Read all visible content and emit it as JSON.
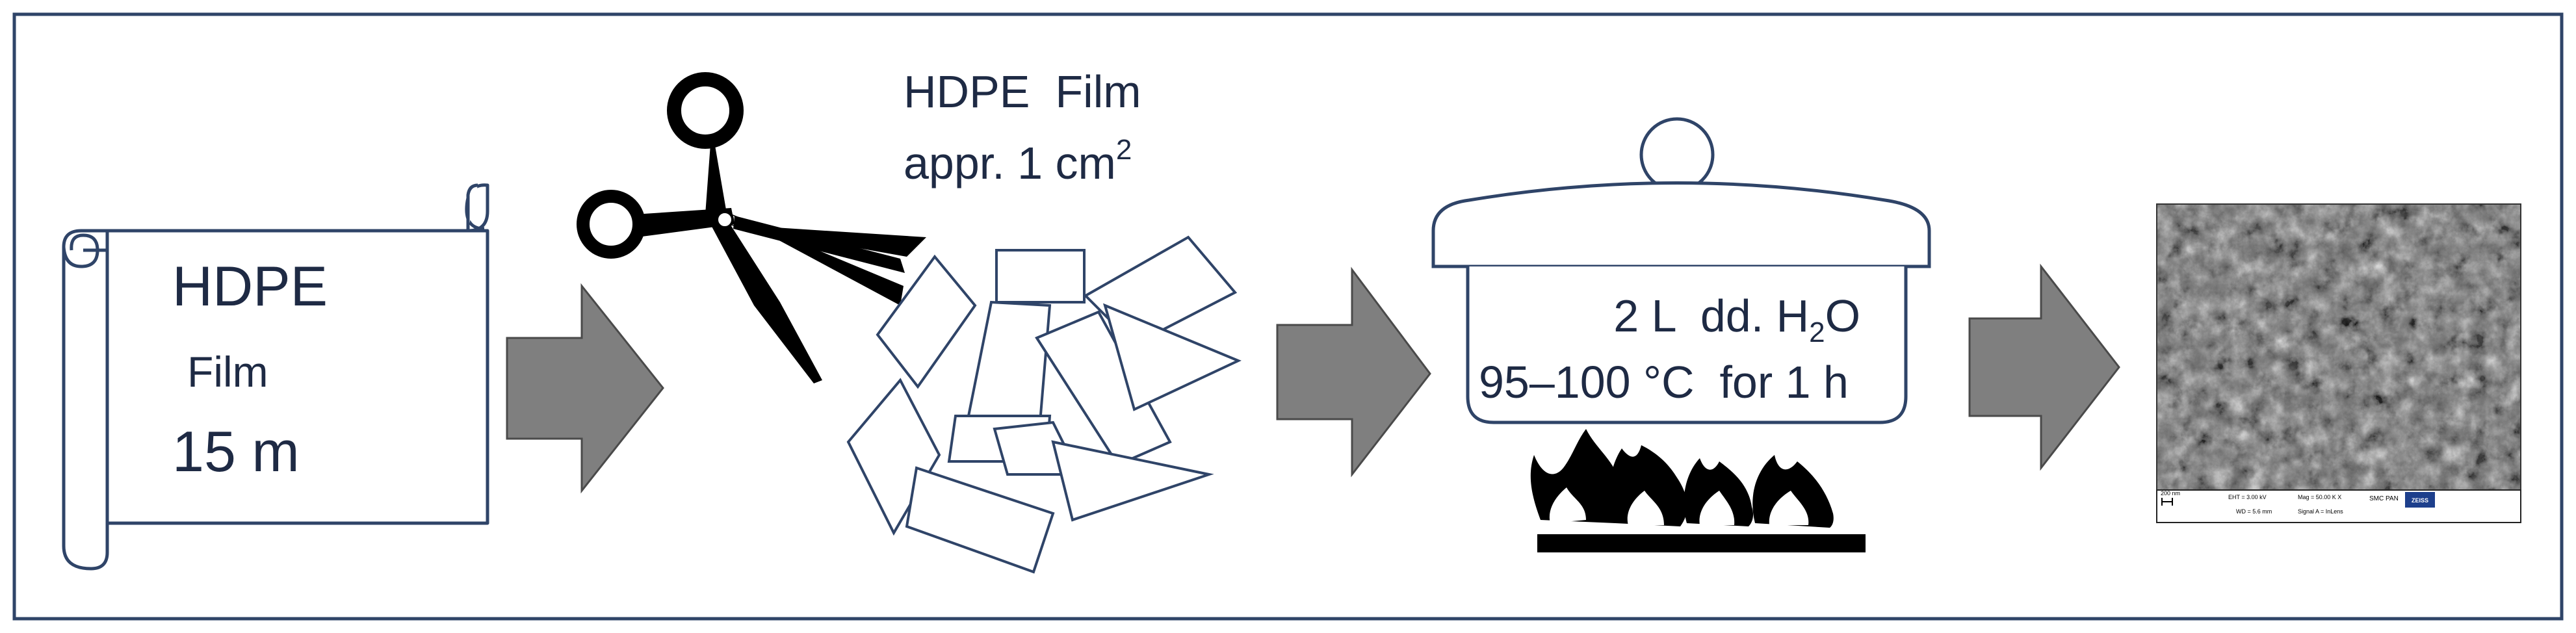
{
  "colors": {
    "frame": "#2f4468",
    "outline": "#2f4468",
    "arrow_fill": "#7f7f7f",
    "arrow_stroke": "#4a4a4a",
    "black": "#000000",
    "text": "#1e2a44"
  },
  "step1": {
    "line1": "HDPE",
    "line2": "Film",
    "line3": "15 m"
  },
  "step2": {
    "line1": "HDPE  Film",
    "line2_main": "appr. 1 cm",
    "line2_sup": "2"
  },
  "step3": {
    "line1_a": "2 L  dd. H",
    "line1_sub": "2",
    "line1_b": "O",
    "line2": "95–100 °C  for 1 h"
  },
  "step4": {
    "scale_text": "200 nm",
    "info1": "EHT = 3.00 kV",
    "info2": "WD = 5.6 mm",
    "info3": "Mag = 50.00 K X",
    "info4": "Signal A = InLens",
    "info5": "SMC PAN",
    "logo": "ZEISS"
  },
  "icons": [
    "scroll-icon",
    "scissors-icon",
    "film-pieces-icon",
    "pot-icon",
    "flame-icon",
    "sem-micrograph"
  ]
}
